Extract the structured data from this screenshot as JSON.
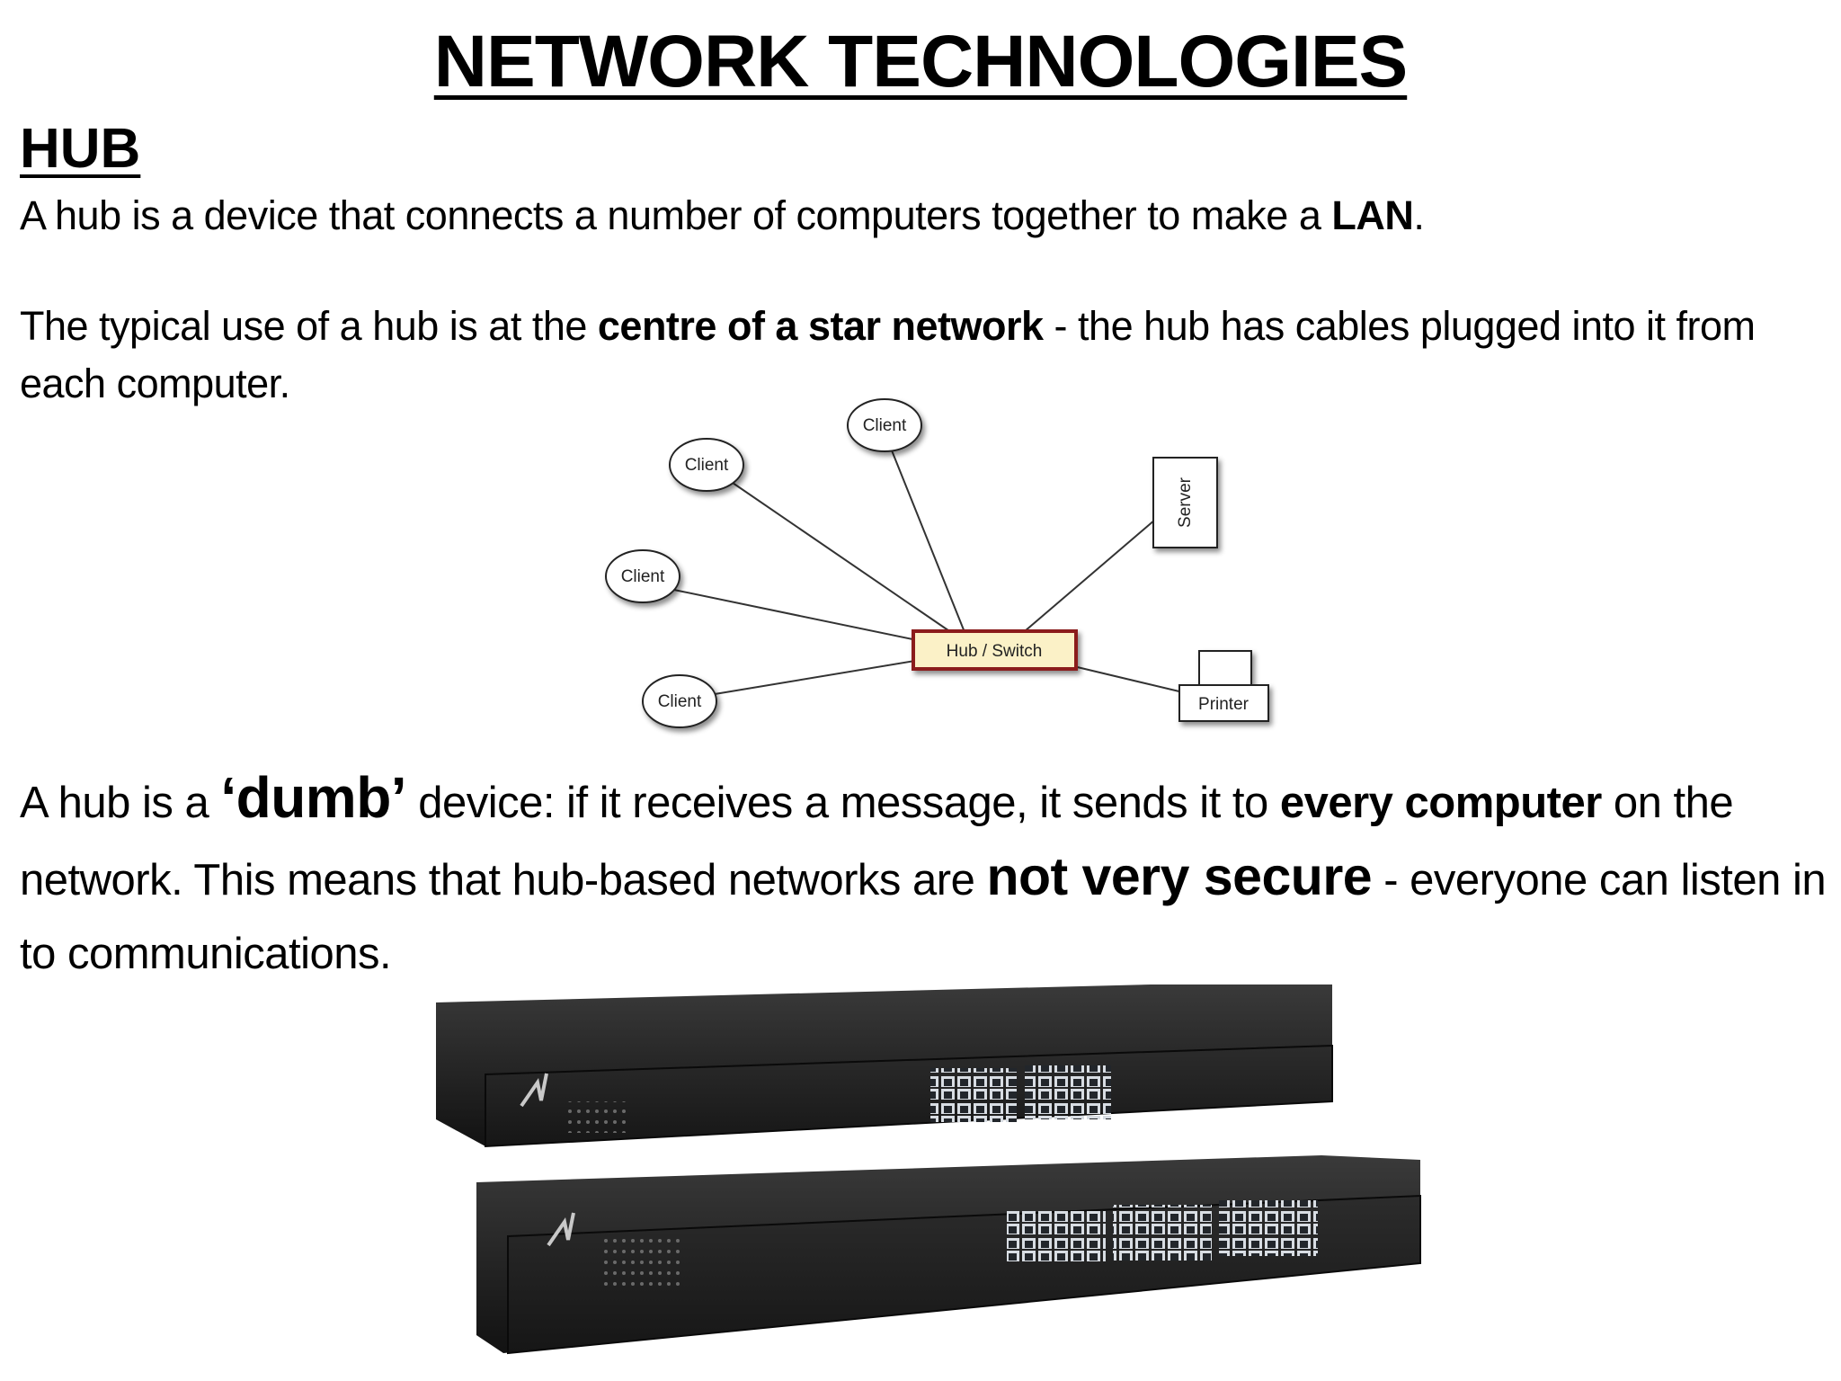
{
  "title": "NETWORK TECHNOLOGIES",
  "section_heading": "HUB",
  "para1": {
    "pre": "A hub is a device that connects a number of computers together to make a ",
    "bold": "LAN",
    "post": "."
  },
  "para2": {
    "pre": "The typical use of a hub is at the ",
    "bold": "centre of a star network",
    "post": " - the hub has cables plugged into it from each computer."
  },
  "diagram": {
    "clients": [
      "Client",
      "Client",
      "Client",
      "Client"
    ],
    "server_label": "Server",
    "hub_label": "Hub / Switch",
    "printer_label": "Printer",
    "hub_border_color": "#8b1a1a",
    "hub_fill_color": "#fbf1c7"
  },
  "para3": {
    "t1": "A hub is a ",
    "big1": "‘dumb’",
    "t2": " device: if it receives a message, it sends it to ",
    "bold1": "every computer",
    "t3": " on the network. This means that hub-based networks are ",
    "big2": "not very secure",
    "t4": " - everyone can listen in to communications."
  }
}
